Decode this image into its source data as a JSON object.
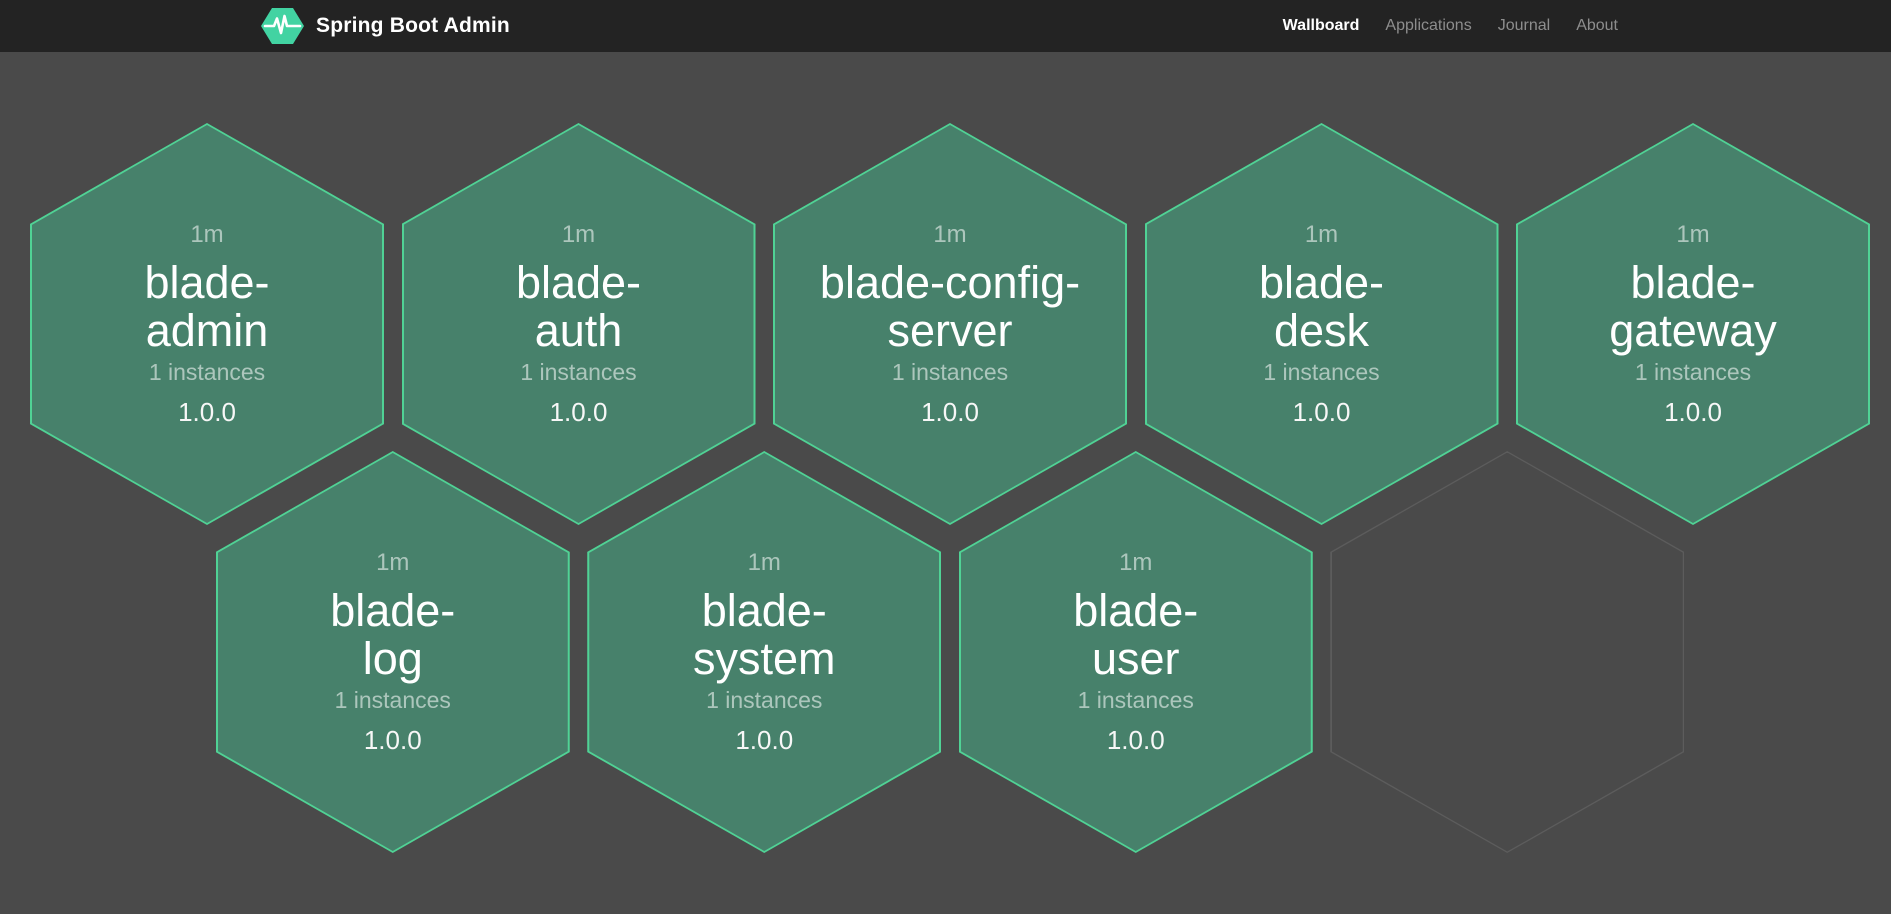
{
  "header": {
    "brand": "Spring Boot Admin",
    "nav": [
      {
        "label": "Wallboard",
        "active": true
      },
      {
        "label": "Applications",
        "active": false
      },
      {
        "label": "Journal",
        "active": false
      },
      {
        "label": "About",
        "active": false
      }
    ]
  },
  "wallboard": {
    "tiles": [
      {
        "name": "blade-admin",
        "name_lines": [
          "blade-",
          "admin"
        ],
        "time": "1m",
        "instances": "1 instances",
        "version": "1.0.0",
        "row": 0,
        "col": 0,
        "status": "up"
      },
      {
        "name": "blade-auth",
        "name_lines": [
          "blade-",
          "auth"
        ],
        "time": "1m",
        "instances": "1 instances",
        "version": "1.0.0",
        "row": 0,
        "col": 1,
        "status": "up"
      },
      {
        "name": "blade-config-server",
        "name_lines": [
          "blade-config-",
          "server"
        ],
        "time": "1m",
        "instances": "1 instances",
        "version": "1.0.0",
        "row": 0,
        "col": 2,
        "status": "up"
      },
      {
        "name": "blade-desk",
        "name_lines": [
          "blade-",
          "desk"
        ],
        "time": "1m",
        "instances": "1 instances",
        "version": "1.0.0",
        "row": 0,
        "col": 3,
        "status": "up"
      },
      {
        "name": "blade-gateway",
        "name_lines": [
          "blade-",
          "gateway"
        ],
        "time": "1m",
        "instances": "1 instances",
        "version": "1.0.0",
        "row": 0,
        "col": 4,
        "status": "up"
      },
      {
        "name": "blade-log",
        "name_lines": [
          "blade-",
          "log"
        ],
        "time": "1m",
        "instances": "1 instances",
        "version": "1.0.0",
        "row": 1,
        "col": 0,
        "status": "up"
      },
      {
        "name": "blade-system",
        "name_lines": [
          "blade-",
          "system"
        ],
        "time": "1m",
        "instances": "1 instances",
        "version": "1.0.0",
        "row": 1,
        "col": 1,
        "status": "up"
      },
      {
        "name": "blade-user",
        "name_lines": [
          "blade-",
          "user"
        ],
        "time": "1m",
        "instances": "1 instances",
        "version": "1.0.0",
        "row": 1,
        "col": 2,
        "status": "up"
      },
      {
        "empty": true,
        "row": 1,
        "col": 3
      }
    ]
  },
  "colors": {
    "background": "#4a4a4a",
    "header_bg": "#232323",
    "tile_fill": "#47816b",
    "tile_border": "#50d295",
    "empty_border": "#5c5c5c",
    "brand_green": "#42d3a2",
    "muted_text": "rgba(255,255,255,0.55)",
    "nav_inactive": "#8d8d8d"
  }
}
